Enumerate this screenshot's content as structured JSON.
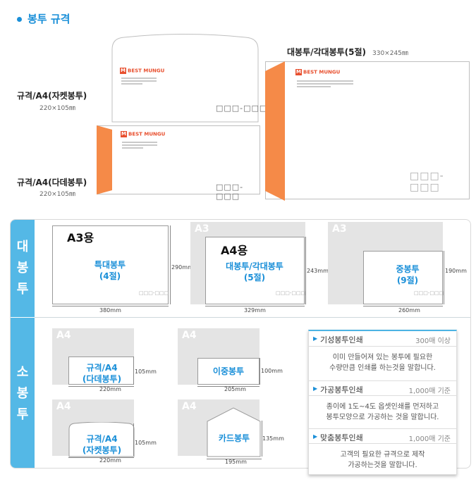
{
  "header": {
    "title": "봉투 규격"
  },
  "envelopes": {
    "logo_text": "BEST MUNGU",
    "logo_mark": "M",
    "zip_text": "□□□-□□□",
    "jacket": {
      "label": "규격/A4(자켓봉투)",
      "size": "220×105㎜"
    },
    "dadae": {
      "label": "규격/A4(다데봉투)",
      "size": "220×105㎜"
    },
    "large": {
      "label": "대봉투/각대봉투(5절)",
      "size": "330×245㎜"
    }
  },
  "large_section": {
    "side_label": [
      "대",
      "봉",
      "투"
    ],
    "items": [
      {
        "paper": "A3용",
        "name_line1": "특대봉투",
        "name_line2": "(4절)",
        "height": "290mm",
        "width": "380mm"
      },
      {
        "bg": "A3",
        "paper": "A4용",
        "name_line1": "대봉투/각대봉투",
        "name_line2": "(5절)",
        "height": "243mm",
        "width": "329mm"
      },
      {
        "bg": "A3",
        "name_line1": "중봉투",
        "name_line2": "(9절)",
        "height": "190mm",
        "width": "260mm"
      }
    ]
  },
  "small_section": {
    "side_label": [
      "소",
      "봉",
      "투"
    ],
    "items": [
      {
        "bg": "A4",
        "name_line1": "규격/A4",
        "name_line2": "(다데봉투)",
        "height": "105mm",
        "width": "220mm"
      },
      {
        "bg": "A4",
        "name_line1": "이중봉투",
        "height": "100mm",
        "width": "205mm"
      },
      {
        "bg": "A4",
        "name_line1": "규격/A4",
        "name_line2": "(자켓봉투)",
        "height": "105mm",
        "width": "220mm"
      },
      {
        "bg": "A4",
        "name_line1": "카드봉투",
        "height": "135mm",
        "width": "195mm"
      }
    ]
  },
  "info": [
    {
      "name": "기성봉투인쇄",
      "value": "300매 이상",
      "desc1": "이미 만들어져 있는 봉투에 필요한",
      "desc2": "수량만큼 인쇄를 하는것을 말합니다."
    },
    {
      "name": "가공봉투인쇄",
      "value": "1,000매 기준",
      "desc1": "종이에 1도~4도 옵셋인쇄를 먼저하고",
      "desc2": "봉투모양으로 가공하는 것을 말합니다."
    },
    {
      "name": "맞춤봉투인쇄",
      "value": "1,000매 기준",
      "desc1": "고객의 필요한 규격으로 제작",
      "desc2": "가공하는것을 말합니다."
    }
  ],
  "colors": {
    "accent": "#1a8fd8",
    "side": "#54b8e6",
    "flap": "#f58a48",
    "logo": "#e8502f"
  }
}
